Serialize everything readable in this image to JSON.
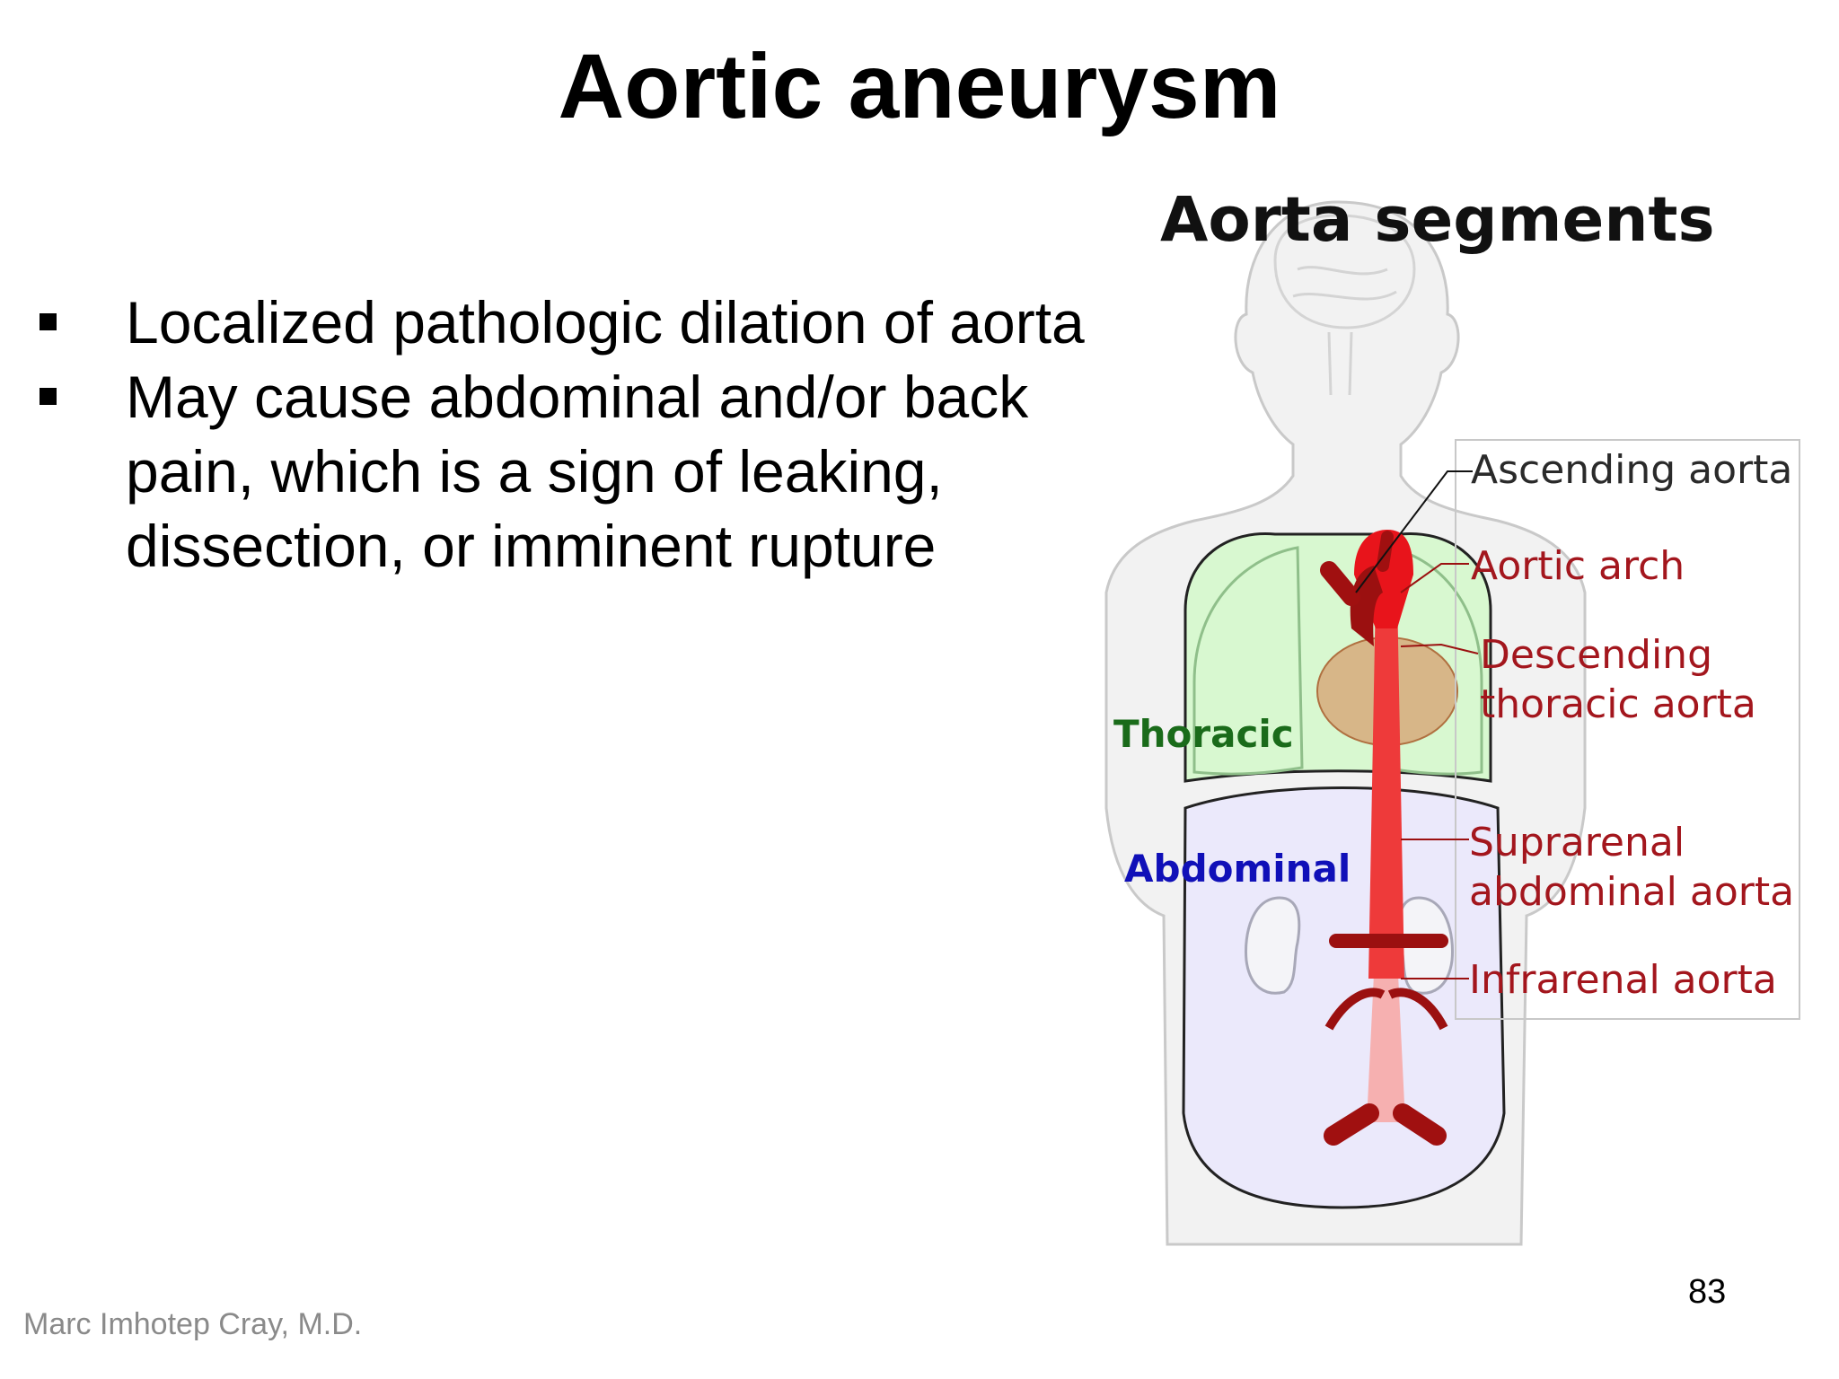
{
  "slide": {
    "title": "Aortic aneurysm",
    "bullets": [
      "Localized pathologic dilation of aorta",
      "May cause abdominal and/or back pain, which is a sign of leaking, dissection, or imminent rupture"
    ],
    "footer_author": "Marc Imhotep Cray, M.D.",
    "page_number": "83"
  },
  "diagram": {
    "heading": "Aorta segments",
    "regions": {
      "thoracic": "Thoracic",
      "abdominal": "Abdominal"
    },
    "segments": {
      "ascending": "Ascending aorta",
      "arch": "Aortic arch",
      "descending_1": "Descending",
      "descending_2": "thoracic aorta",
      "suprarenal_1": "Suprarenal",
      "suprarenal_2": "abdominal aorta",
      "infrarenal": "Infrarenal aorta"
    },
    "colors": {
      "thoracic_region": "#d8f8d0",
      "abdominal_region": "#ebe9fb",
      "thoracic_label": "#1a6b1a",
      "abdominal_label": "#1010b8",
      "aorta": "#e8141b",
      "aorta_dark": "#9b1010",
      "segment_label": "#a3161d",
      "ascending_label": "#2a2a2a"
    }
  }
}
